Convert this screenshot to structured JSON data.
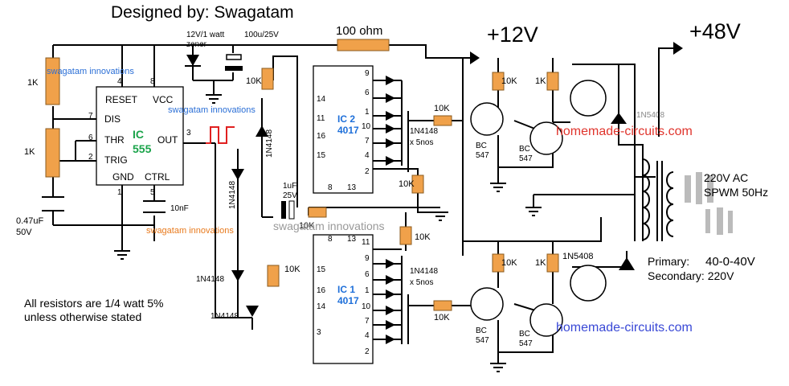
{
  "header": {
    "designer": "Designed by: Swagatam"
  },
  "rails": {
    "plus12": "+12V",
    "plus48": "+48V",
    "r100": "100 ohm"
  },
  "ic555": {
    "name": "IC",
    "part": "555",
    "reset": "RESET",
    "vcc": "VCC",
    "dis": "DIS",
    "thr": "THR",
    "trig": "TRIG",
    "out": "OUT",
    "gnd": "GND",
    "ctrl": "CTRL",
    "pins": [
      "4",
      "8",
      "7",
      "6",
      "2",
      "3",
      "1",
      "5"
    ]
  },
  "ic2": {
    "name": "IC 2",
    "part": "4017",
    "pins_left": [
      "14",
      "11",
      "16",
      "15"
    ],
    "pins_right": [
      "9",
      "6",
      "1",
      "10",
      "7",
      "4",
      "2"
    ],
    "pins_bottom": [
      "8",
      "13"
    ]
  },
  "ic1": {
    "name": "IC 1",
    "part": "4017",
    "pins_left": [
      "15",
      "16",
      "14",
      "3"
    ],
    "pins_right": [
      "11",
      "9",
      "6",
      "1",
      "10",
      "7",
      "4",
      "2"
    ],
    "pins_bottom": [
      "8",
      "13"
    ]
  },
  "parts": {
    "r1k": "1K",
    "r10k": "10K",
    "c047": "0.47uF",
    "c047v": "50V",
    "c10n": "10nF",
    "zener": "12V/1 watt",
    "zener2": "zener",
    "cap100": "100u/25V",
    "c1u": "1uF",
    "c1uv": "25V",
    "diode": "1N4148",
    "diode5": "x 5nos",
    "d1n5408": "1N5408",
    "bc": "BC",
    "bc547": "547"
  },
  "transformer": {
    "line1": "220V AC",
    "line2": "SPWM 50Hz",
    "primary_label": "Primary:",
    "primary_value": "40-0-40V",
    "secondary": "Secondary: 220V"
  },
  "notes": {
    "resistors1": "All resistors are 1/4 watt 5%",
    "resistors2": "unless otherwise stated"
  },
  "watermarks": {
    "swagatam": "swagatam innovations",
    "hc": "homemade-circuits.com"
  },
  "colors": {
    "resistor": "#f0a14a",
    "ic_label": "#1e6fd9",
    "ic_part": "#1aa34a",
    "watermark_blue": "#2b6fd6",
    "watermark_orange": "#e87a1d",
    "hc_red": "#e0342c",
    "hc_blue": "#3a49d6",
    "square_wave": "#e02020"
  }
}
